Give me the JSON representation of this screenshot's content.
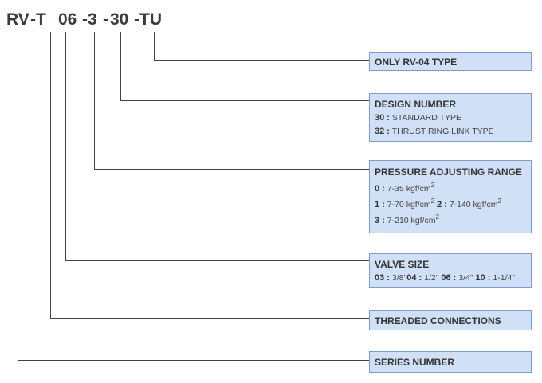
{
  "model_code": {
    "segments": [
      "RV",
      "-T",
      "06",
      "-3",
      "-",
      "30",
      "-TU"
    ]
  },
  "boxes": {
    "only_rv04": {
      "title": "ONLY RV-04 TYPE"
    },
    "design_number": {
      "title": "DESIGN NUMBER",
      "items": [
        {
          "code": "30 :",
          "text": "STANDARD TYPE"
        },
        {
          "code": "32 :",
          "text": "THRUST RING LINK TYPE"
        }
      ]
    },
    "pressure": {
      "title": "PRESSURE ADJUSTING RANGE",
      "unit_sup": "2",
      "items": [
        {
          "code": "0 :",
          "text": "7-35 kgf/cm"
        },
        {
          "code": "1 :",
          "text": "7-70 kgf/cm"
        },
        {
          "code": "2 :",
          "text": "7-140 kgf/cm"
        },
        {
          "code": "3 :",
          "text": "7-210 kgf/cm"
        }
      ]
    },
    "valve_size": {
      "title": "VALVE SIZE",
      "items": [
        {
          "code": "03 :",
          "text": "3/8\""
        },
        {
          "code": "04 :",
          "text": "1/2\""
        },
        {
          "code": "06 :",
          "text": "3/4\""
        },
        {
          "code": "10 :",
          "text": "1-1/4\""
        }
      ]
    },
    "threaded": {
      "title": "THREADED CONNECTIONS"
    },
    "series": {
      "title": "SERIES NUMBER"
    }
  }
}
